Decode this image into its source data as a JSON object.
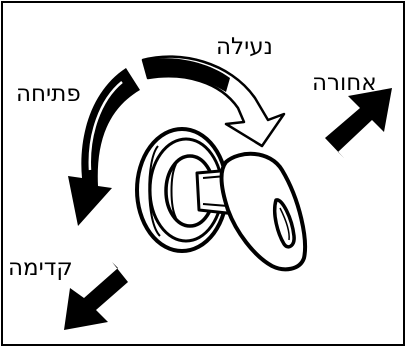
{
  "labels": {
    "lock": "נעילה",
    "unlock": "פתיחה",
    "rearward": "אחורה",
    "forward": "קדימה"
  },
  "icons": {
    "rotation_lock": "curved-arrow-clockwise-icon",
    "rotation_unlock": "curved-arrow-counterclockwise-icon",
    "direction_rear": "arrow-up-right-icon",
    "direction_front": "arrow-down-left-icon",
    "key": "key-icon",
    "cylinder": "lock-cylinder-icon"
  },
  "colors": {
    "ink": "#000000",
    "paper": "#ffffff"
  }
}
